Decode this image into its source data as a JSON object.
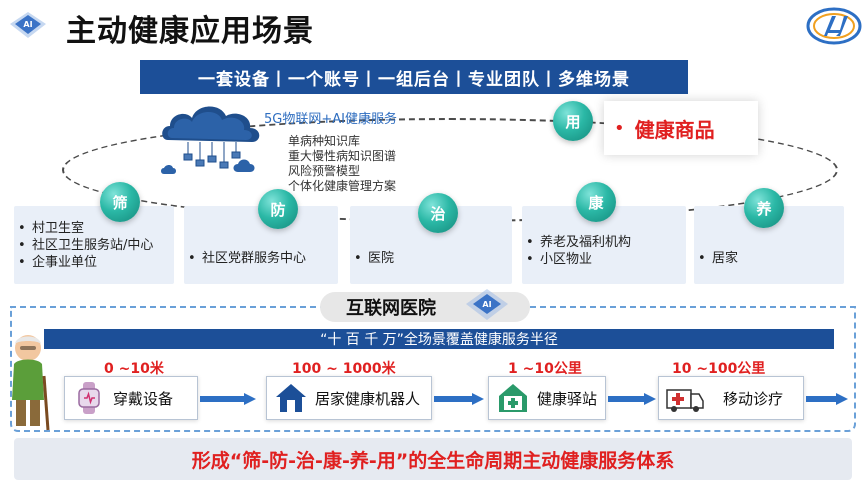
{
  "header": {
    "title": "主动健康应用场景"
  },
  "banner": "一套设备丨一个账号丨一组后台丨专业团队丨多维场景",
  "cloud_label": "5G物联网+AI健康服务",
  "knowledge": [
    "单病种知识库",
    "重大慢性病知识图谱",
    "风险预警模型",
    "个体化健康管理方案"
  ],
  "product": {
    "circle": "用",
    "label": "健康商品"
  },
  "stages": [
    {
      "circle": "筛",
      "items": [
        "村卫生室",
        "社区卫生服务站/中心",
        "企事业单位"
      ]
    },
    {
      "circle": "防",
      "items": [
        "社区党群服务中心"
      ]
    },
    {
      "circle": "治",
      "items": [
        "医院"
      ]
    },
    {
      "circle": "康",
      "items": [
        "养老及福利机构",
        "小区物业"
      ]
    },
    {
      "circle": "养",
      "items": [
        "居家"
      ]
    }
  ],
  "hospital": "互联网医院",
  "coverage": "“十 百 千 万”全场景覆盖健康服务半径",
  "services": [
    {
      "range": "0 ~10米",
      "label": "穿戴设备",
      "icon": "smartwatch-icon"
    },
    {
      "range": "100 ~ 1000米",
      "label": "居家健康机器人",
      "icon": "home-icon"
    },
    {
      "range": "1 ~10公里",
      "label": "健康驿站",
      "icon": "health-station-icon"
    },
    {
      "range": "10 ~100公里",
      "label": "移动诊疗",
      "icon": "ambulance-icon"
    }
  ],
  "conclusion": "形成“筛-防-治-康-养-用”的全生命周期主动健康服务体系",
  "colors": {
    "navy": "#1c4f98",
    "teal": "#2bb8a6",
    "red": "#e02020",
    "card_bg": "#e9eff8"
  }
}
